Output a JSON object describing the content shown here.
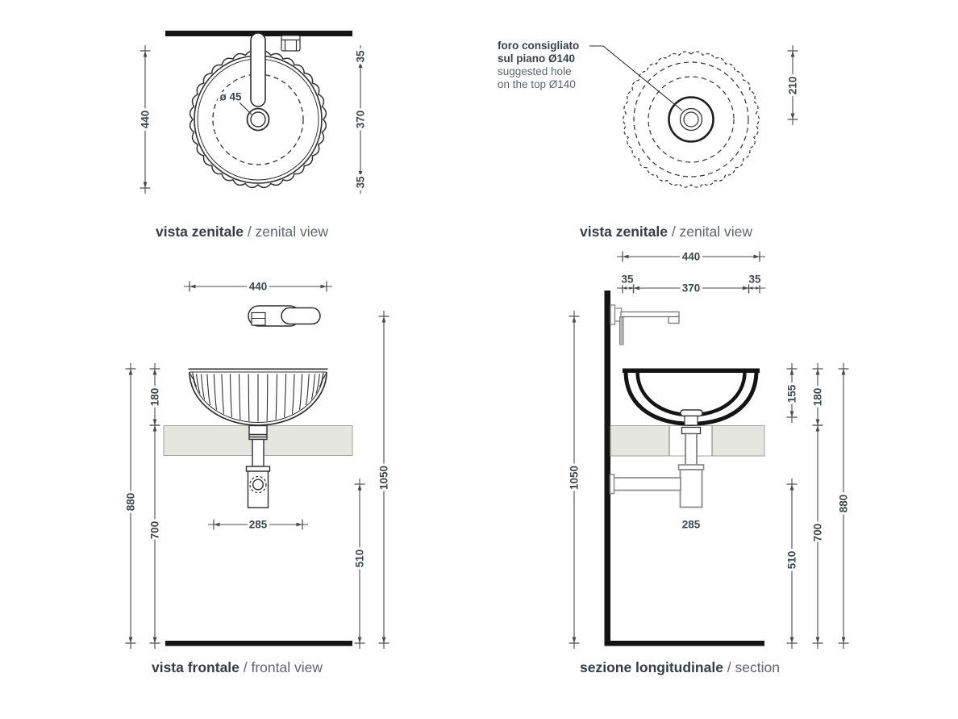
{
  "colors": {
    "countertop": "#e6e6e1",
    "outline": "#2f2f2f",
    "dim_text": "#3b474d",
    "fixture_gray": "#8a8a8a",
    "caption_dark": "#333e45",
    "caption_gray": "#5a666c"
  },
  "zenital_left": {
    "caption_it": "vista zenitale",
    "caption_en": " / zenital view",
    "drain_diameter": "ø 45",
    "dim_total_width": "440",
    "dim_top_offset": "35",
    "dim_inner_width": "370",
    "dim_bottom_offset": "35"
  },
  "zenital_right": {
    "caption_it": "vista zenitale",
    "caption_en": " / zenital view",
    "note_it_1": "foro consigliato",
    "note_it_2": "sul piano Ø140",
    "note_en_1": "suggested hole",
    "note_en_2": "on the top Ø140",
    "dim_hole_offset": "210"
  },
  "frontal": {
    "caption_it": "vista frontale",
    "caption_en": " / frontal view",
    "dim_width": "440",
    "dim_basin_height": "180",
    "dim_total_height": "880",
    "dim_under_height": "700",
    "dim_trap_offset": "285",
    "dim_outlet_height": "510",
    "dim_faucet_height": "1050"
  },
  "section": {
    "caption_it": "sezione longitudinale",
    "caption_en": " / section",
    "dim_width": "440",
    "dim_left_offset": "35",
    "dim_inner_width": "370",
    "dim_right_offset": "35",
    "dim_faucet_height": "1050",
    "dim_inner_depth": "155",
    "dim_basin_height": "180",
    "dim_trap_offset": "285",
    "dim_outlet_height": "510",
    "dim_under_height": "700",
    "dim_total_height": "880"
  }
}
